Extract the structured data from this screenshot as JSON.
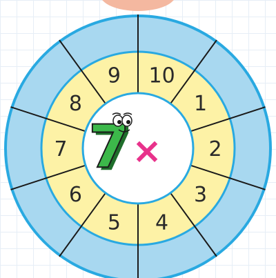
{
  "wheel": {
    "center_number": "7",
    "operator": "×",
    "segments": [
      "10",
      "1",
      "2",
      "3",
      "4",
      "5",
      "6",
      "7",
      "8",
      "9"
    ],
    "answers": [
      "",
      "",
      "",
      "",
      "",
      "",
      "",
      "",
      "",
      ""
    ]
  },
  "colors": {
    "outer_ring": "#a8d8f0",
    "outer_border": "#29a9e1",
    "inner_ring": "#fdf2a6",
    "center": "#ffffff",
    "divider": "#1a1a1a",
    "seven_fill": "#3cb84a",
    "seven_shadow": "#1f6e2b",
    "operator": "#e8328b",
    "top_tab": "#f4b8a0"
  }
}
